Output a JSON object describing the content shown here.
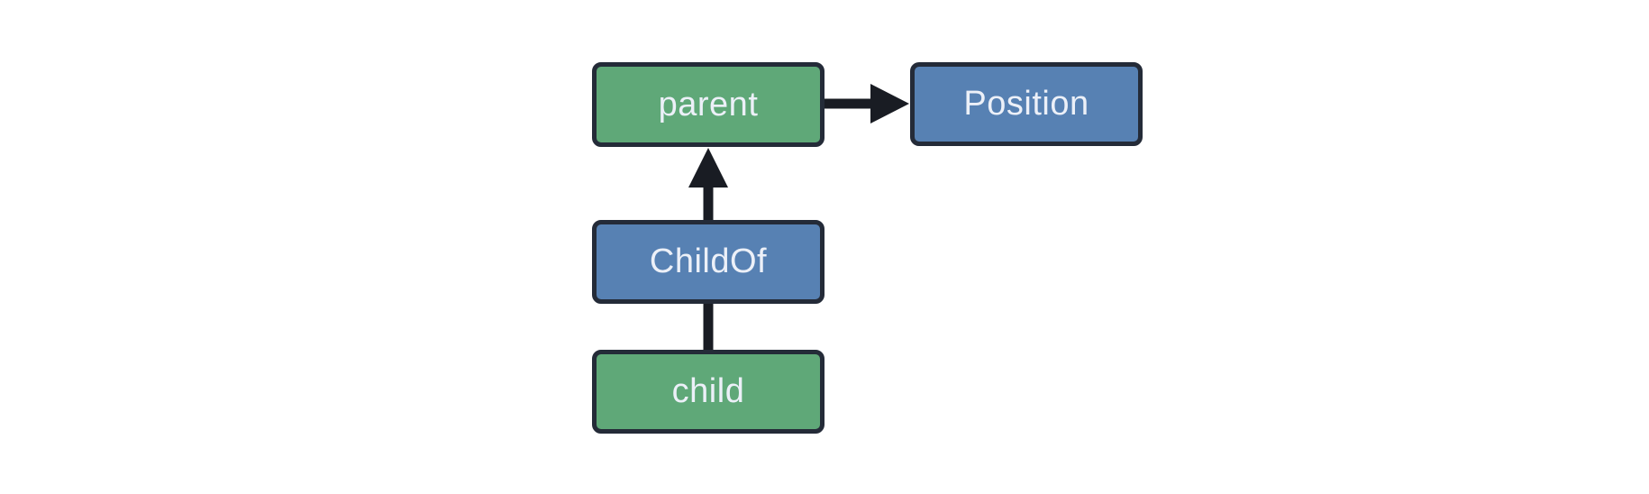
{
  "diagram": {
    "title": "entity-relationship diagram (parent / ChildOf / child / Position)",
    "background_color": "#ffffff",
    "node_border_color": "#242B38",
    "edge_color": "#191C23",
    "label_text_color": "#ECF0F8",
    "colors": {
      "entity_green": "#5FA878",
      "component_blue": "#5781B3"
    },
    "nodes": [
      {
        "id": "parent",
        "label": "parent",
        "fill": "#5FA878",
        "kind": "entity"
      },
      {
        "id": "position",
        "label": "Position",
        "fill": "#5781B3",
        "kind": "component"
      },
      {
        "id": "childof",
        "label": "ChildOf",
        "fill": "#5781B3",
        "kind": "relationship"
      },
      {
        "id": "child",
        "label": "child",
        "fill": "#5FA878",
        "kind": "entity"
      }
    ],
    "edges": [
      {
        "from": "parent",
        "to": "position",
        "arrowhead": true,
        "direction": "right"
      },
      {
        "from": "childof",
        "to": "parent",
        "arrowhead": true,
        "direction": "up"
      },
      {
        "from": "child",
        "to": "childof",
        "arrowhead": false,
        "direction": "up"
      }
    ]
  }
}
